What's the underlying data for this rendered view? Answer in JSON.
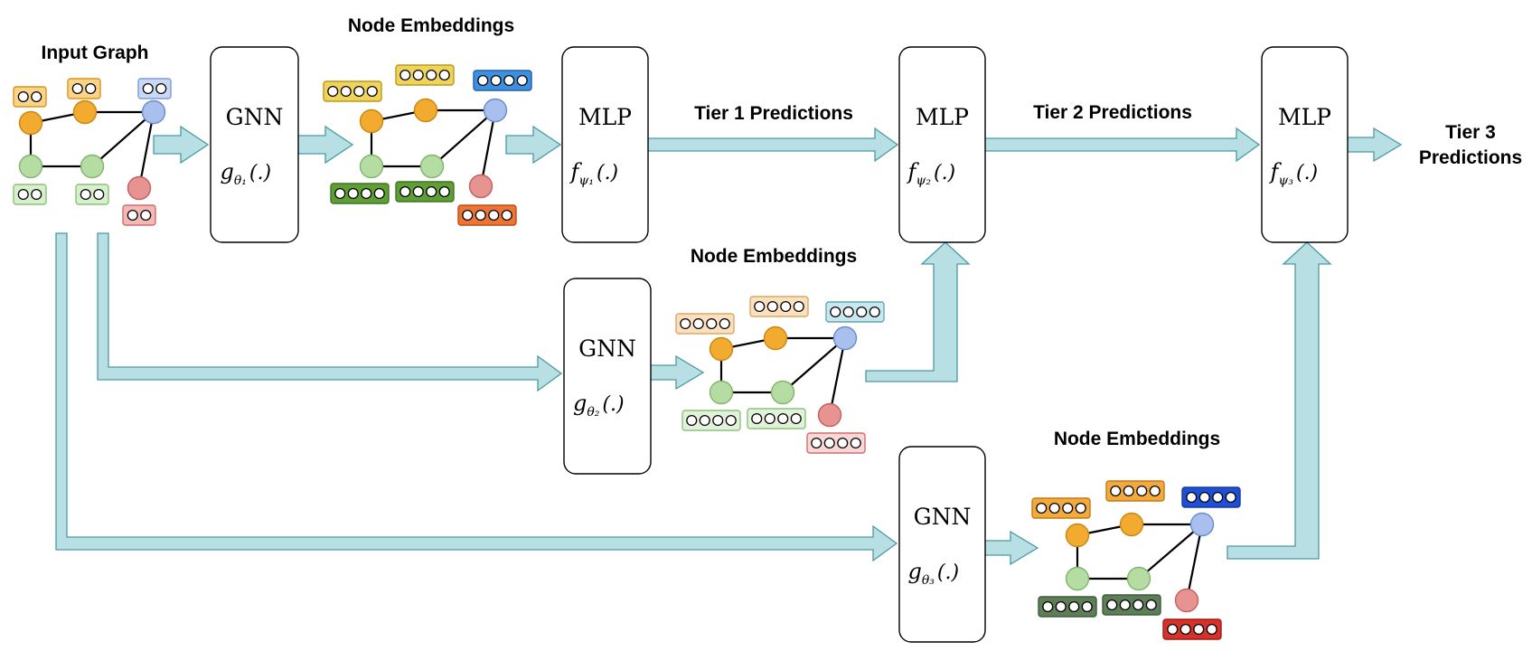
{
  "labels": {
    "input_graph": "Input Graph",
    "node_embeddings": "Node Embeddings",
    "tier1": "Tier 1 Predictions",
    "tier2": "Tier 2 Predictions",
    "tier3_line1": "Tier 3",
    "tier3_line2": "Predictions"
  },
  "modules": {
    "gnn1": {
      "name": "GNN",
      "fn": "g",
      "sub": "θ₁",
      "rest": "(.)"
    },
    "mlp1": {
      "name": "MLP",
      "fn": "f",
      "sub": "ψ₁",
      "rest": "(.)"
    },
    "gnn2": {
      "name": "GNN",
      "fn": "g",
      "sub": "θ₂",
      "rest": "(.)"
    },
    "mlp2": {
      "name": "MLP",
      "fn": "f",
      "sub": "ψ₂",
      "rest": "(.)"
    },
    "gnn3": {
      "name": "GNN",
      "fn": "g",
      "sub": "θ₃",
      "rest": "(.)"
    },
    "mlp3": {
      "name": "MLP",
      "fn": "f",
      "sub": "ψ₃",
      "rest": "(.)"
    }
  },
  "colors": {
    "arrow_fill": "#b8e0e4",
    "arrow_stroke": "#4a9aa0",
    "node_orange": "#f2ab2e",
    "node_green": "#b5dca2",
    "node_blue": "#a9c0ef",
    "node_red": "#e69391"
  },
  "graphs": [
    {
      "id": "input",
      "slots": 2,
      "feature_colors": {
        "o1": [
          "#fbd48a",
          "#d8951e"
        ],
        "o2": [
          "#fbd48a",
          "#d8951e"
        ],
        "b": [
          "#c9d8f5",
          "#7e9ad8"
        ],
        "g1": [
          "#d8efcd",
          "#8cc27a"
        ],
        "g2": [
          "#d8efcd",
          "#8cc27a"
        ],
        "r": [
          "#f4b8b6",
          "#cf6f6c"
        ]
      }
    },
    {
      "id": "emb1",
      "slots": 4,
      "feature_colors": {
        "o1": [
          "#f0d35a",
          "#b99a18"
        ],
        "o2": [
          "#f0d35a",
          "#b99a18"
        ],
        "b": [
          "#3d8fe0",
          "#1e62ad"
        ],
        "g1": [
          "#5f9d35",
          "#3f7422"
        ],
        "g2": [
          "#5f9d35",
          "#3f7422"
        ],
        "r": [
          "#ec7434",
          "#b94e16"
        ]
      }
    },
    {
      "id": "emb2",
      "slots": 4,
      "feature_colors": {
        "o1": [
          "#fbe0bd",
          "#d9a866"
        ],
        "o2": [
          "#fbe0bd",
          "#d9a866"
        ],
        "b": [
          "#c8e8ee",
          "#5fa9b6"
        ],
        "g1": [
          "#e2f1da",
          "#8cc27a"
        ],
        "g2": [
          "#e2f1da",
          "#8cc27a"
        ],
        "r": [
          "#f8d8d6",
          "#cf6f6c"
        ]
      }
    },
    {
      "id": "emb3",
      "slots": 4,
      "feature_colors": {
        "o1": [
          "#f4a93c",
          "#c27a14"
        ],
        "o2": [
          "#f4a93c",
          "#c27a14"
        ],
        "b": [
          "#1f4fd6",
          "#143a9e"
        ],
        "g1": [
          "#5e7e58",
          "#3f5a3b"
        ],
        "g2": [
          "#5e7e58",
          "#3f5a3b"
        ],
        "r": [
          "#d6322a",
          "#a11c16"
        ]
      }
    }
  ]
}
